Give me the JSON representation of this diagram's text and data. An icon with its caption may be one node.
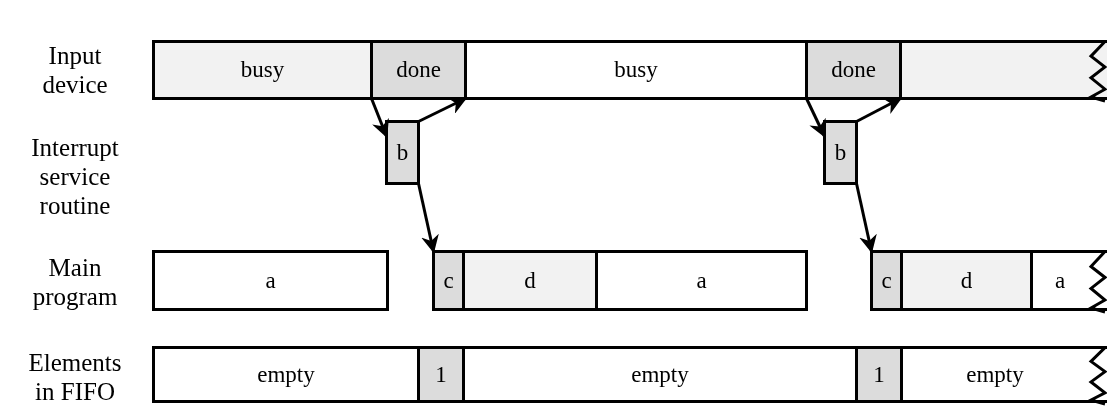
{
  "diagram": {
    "nodes": [
      {
        "text": [
          "busy"
        ]
      },
      {
        "text": [
          "done"
        ]
      },
      {
        "text": [
          "busy"
        ]
      },
      {
        "text": [
          "done"
        ]
      },
      {
        "text": [],
        "shape": "box"
      },
      {
        "text": [
          "b"
        ]
      },
      {
        "text": [
          "b"
        ]
      },
      {
        "text": [
          "a"
        ]
      },
      {
        "text": [
          "c"
        ]
      },
      {
        "text": [
          "d"
        ]
      },
      {
        "text": [
          "a"
        ]
      },
      {
        "text": [
          "c"
        ]
      },
      {
        "text": [
          "d"
        ]
      },
      {
        "text": [
          "a"
        ]
      },
      {
        "text": [
          "empty"
        ]
      },
      {
        "text": [
          "1"
        ]
      },
      {
        "text": [
          "empty"
        ]
      },
      {
        "text": [
          "1"
        ]
      },
      {
        "text": [
          "empty"
        ]
      }
    ],
    "edges": [
      {
        "from": 1,
        "to": 5,
        "arrow": "to"
      },
      {
        "from": 5,
        "to": 2,
        "arrow": "to"
      },
      {
        "from": 5,
        "to": 8,
        "arrow": "to"
      },
      {
        "from": 3,
        "to": 6,
        "arrow": "to"
      },
      {
        "from": 6,
        "to": 4,
        "arrow": "to"
      },
      {
        "from": 6,
        "to": 11,
        "arrow": "to"
      }
    ],
    "labels": [
      "Input device",
      "Interrupt service routine",
      "Main program",
      "Elements in FIFO"
    ]
  }
}
